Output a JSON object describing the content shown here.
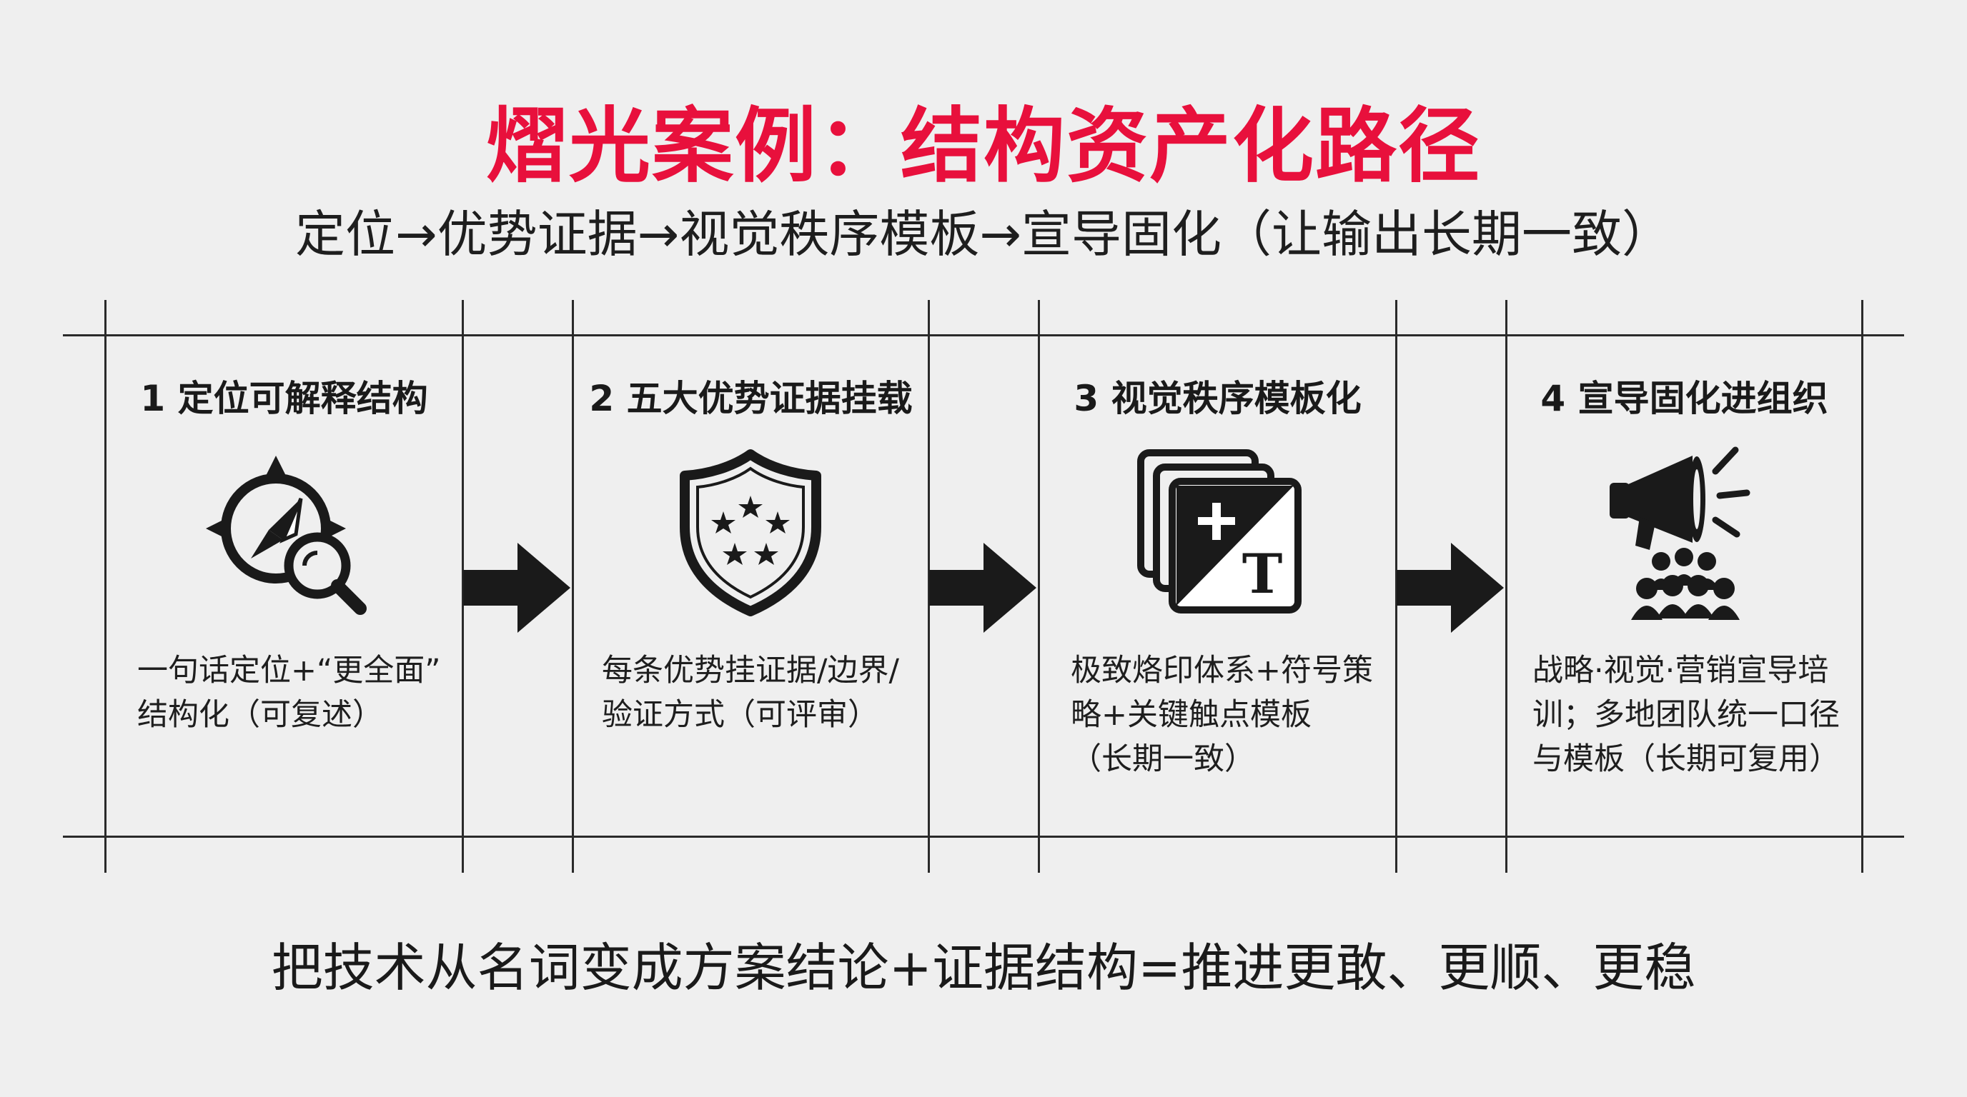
{
  "title": "熠光案例：结构资产化路径",
  "subtitle": "定位→优势证据→视觉秩序模板→宣导固化（让输出长期一致）",
  "accent_color": "#e8103c",
  "steps": [
    {
      "title": "1 定位可解释结构",
      "desc": "一句话定位+“更全面”\n结构化（可复述）",
      "icon": "compass-search-icon"
    },
    {
      "title": "2 五大优势证据挂载",
      "desc": "每条优势挂证据/边界/\n验证方式（可评审）",
      "icon": "shield-stars-icon"
    },
    {
      "title": "3 视觉秩序模板化",
      "desc": "极致烙印体系+符号策\n略+关键触点模板\n（长期一致）",
      "icon": "template-cards-icon"
    },
    {
      "title": "4 宣导固化进组织",
      "desc": "战略·视觉·营销宣导培\n训；多地团队统一口径\n与模板（长期可复用）",
      "icon": "megaphone-team-icon"
    }
  ],
  "footer": "把技术从名词变成方案结论+证据结构=推进更敢、更顺、更稳"
}
